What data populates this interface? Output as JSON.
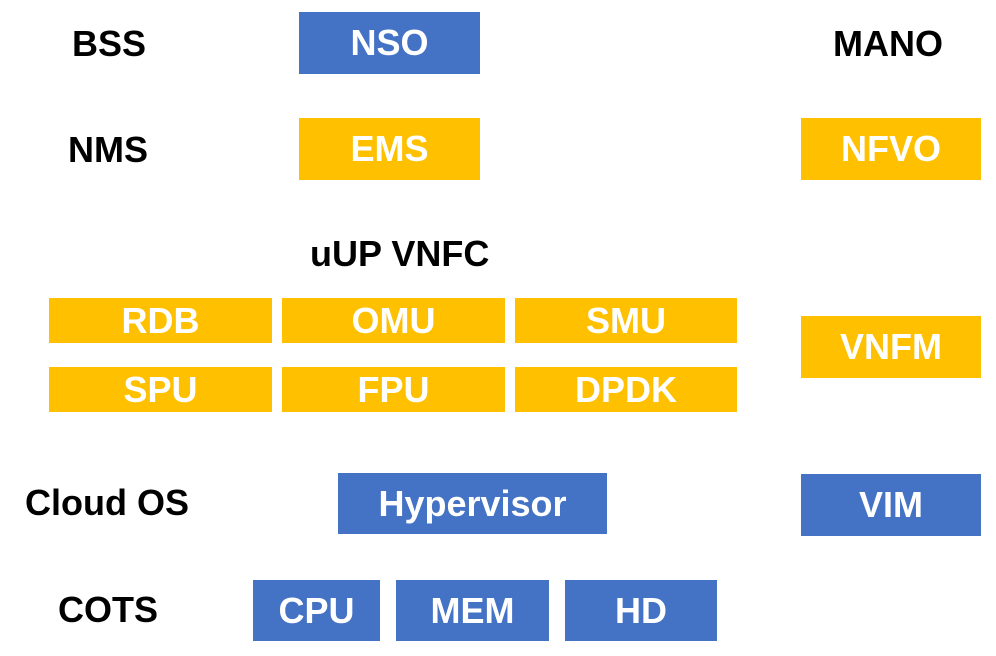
{
  "colors": {
    "blue_box": "#4472C4",
    "gold_box": "#FFC000",
    "label_text": "#000000",
    "box_text": "#FFFFFF"
  },
  "row_labels": {
    "bss": "BSS",
    "nms": "NMS",
    "cloud_os": "Cloud OS",
    "cots": "COTS"
  },
  "mano": {
    "title": "MANO",
    "nfvo": "NFVO",
    "vnfm": "VNFM",
    "vim": "VIM"
  },
  "nso": "NSO",
  "ems": "EMS",
  "vnfc": {
    "title": "uUP VNFC",
    "components": [
      "RDB",
      "OMU",
      "SMU",
      "SPU",
      "FPU",
      "DPDK"
    ]
  },
  "hypervisor": "Hypervisor",
  "hardware": [
    "CPU",
    "MEM",
    "HD"
  ]
}
